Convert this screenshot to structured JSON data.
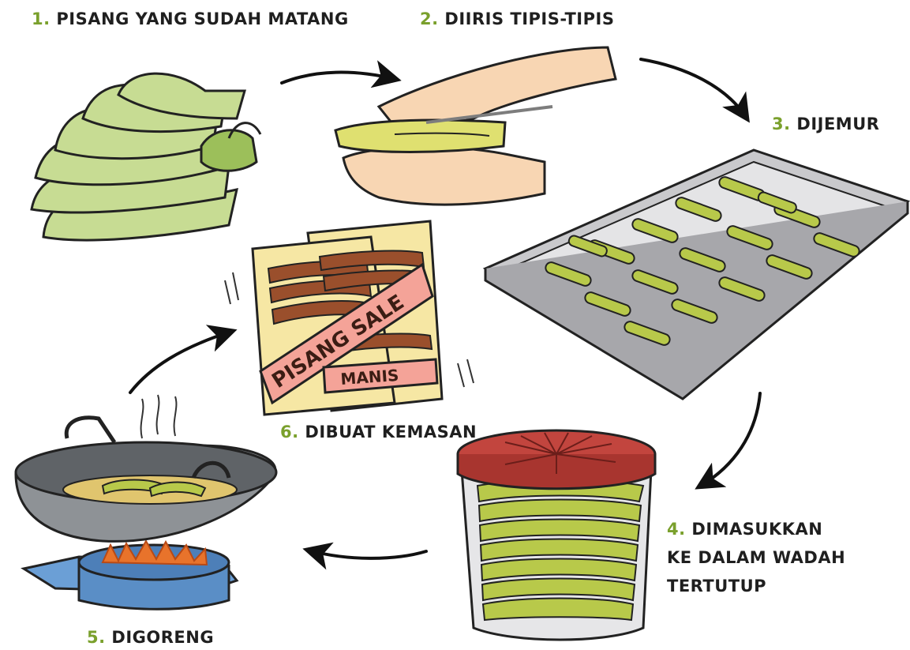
{
  "steps": [
    {
      "number": "1.",
      "lines": [
        "PISANG YANG SUDAH MATANG"
      ]
    },
    {
      "number": "2.",
      "lines": [
        "DIIRIS TIPIS-TIPIS"
      ]
    },
    {
      "number": "3.",
      "lines": [
        "DIJEMUR"
      ]
    },
    {
      "number": "4.",
      "lines": [
        "DIMASUKKAN",
        "KE DALAM WADAH",
        "TERTUTUP"
      ]
    },
    {
      "number": "5.",
      "lines": [
        "DIGORENG"
      ]
    },
    {
      "number": "6.",
      "lines": [
        "DIBUAT KEMASAN"
      ]
    }
  ],
  "package_text": {
    "line1": "PISANG SALE",
    "line2": "MANIS"
  },
  "colors": {
    "accent": "#7aa02c",
    "banana": "#c7dc93",
    "chip": "#b8c94a",
    "tray": "#c9c9cc",
    "jar_lid": "#c2453e",
    "wok": "#8e9296",
    "stove": "#6b9fd6",
    "flame": "#e8732b",
    "package_yellow": "#f6e7a4",
    "package_pink": "#f4a398",
    "chips_brown": "#9a4f2c",
    "skin": "#f8d6b3"
  }
}
